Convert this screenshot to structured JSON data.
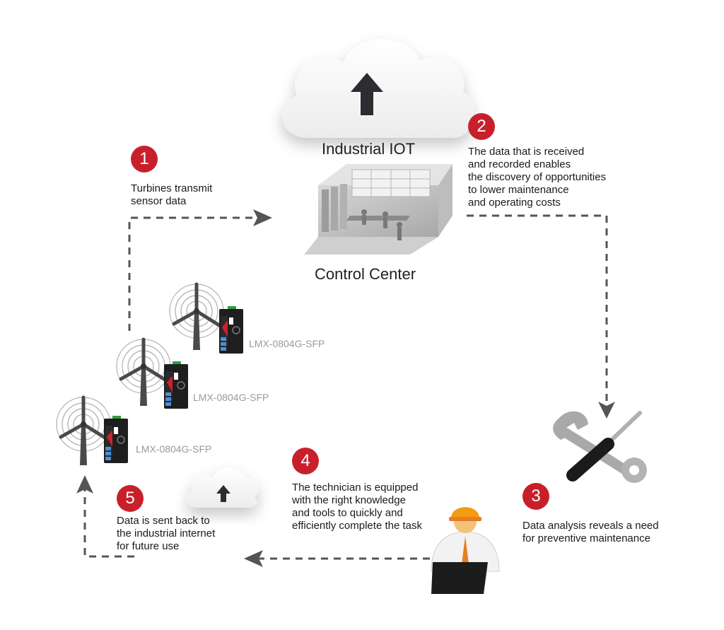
{
  "cloud": {
    "title": "Industrial IOT",
    "icon": "upload-arrow-icon"
  },
  "control_center": {
    "title": "Control Center",
    "icon": "control-room-icon"
  },
  "steps": [
    {
      "number": "1",
      "lines": [
        "Turbines transmit",
        "sensor data"
      ]
    },
    {
      "number": "2",
      "lines": [
        "The data that is received",
        "and recorded enables",
        "the discovery of opportunities",
        "to lower maintenance",
        "and operating costs"
      ]
    },
    {
      "number": "3",
      "lines": [
        "Data analysis reveals a need",
        "for preventive maintenance"
      ]
    },
    {
      "number": "4",
      "lines": [
        "The technician is equipped",
        "with the right knowledge",
        "and tools to quickly and",
        "efficiently complete the task"
      ]
    },
    {
      "number": "5",
      "lines": [
        "Data is sent back to",
        "the industrial internet",
        "for future use"
      ]
    }
  ],
  "devices": [
    {
      "model": "LMX-0804G-SFP"
    },
    {
      "model": "LMX-0804G-SFP"
    },
    {
      "model": "LMX-0804G-SFP"
    }
  ],
  "colors": {
    "badge": "#c8202a",
    "arrow": "#555555",
    "cloud": "#f4f4f4",
    "device": "#1e1e1e",
    "accent": "#d0202a",
    "helmet": "#f39c12",
    "tie": "#e67e22"
  }
}
